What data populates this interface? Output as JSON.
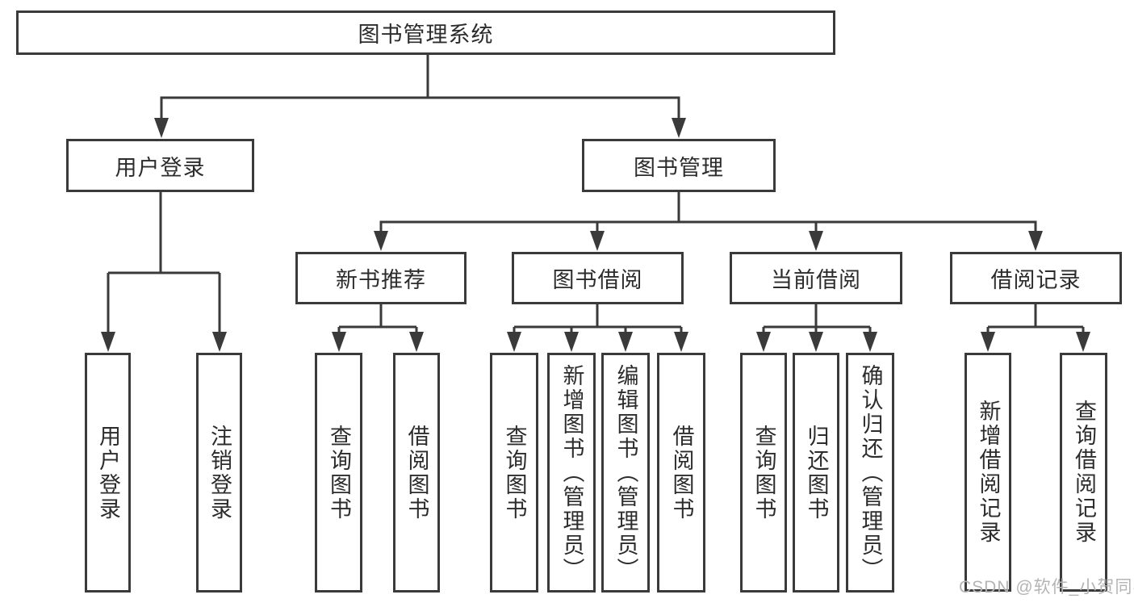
{
  "colors": {
    "line": "#3a3a3a",
    "box_border": "#3a3a3a",
    "text": "#2c2c2c",
    "background": "#ffffff",
    "watermark": "#b4b4b4"
  },
  "root": {
    "label": "图书管理系统"
  },
  "level2": {
    "user_login": {
      "label": "用户登录"
    },
    "book_management": {
      "label": "图书管理"
    }
  },
  "level3": {
    "new_book_recommend": {
      "label": "新书推荐"
    },
    "book_borrow": {
      "label": "图书借阅"
    },
    "current_borrow": {
      "label": "当前借阅"
    },
    "borrow_record": {
      "label": "借阅记录"
    }
  },
  "leaves": {
    "user_login": [
      "用户登录",
      "注销登录"
    ],
    "new_book_recommend": [
      "查询图书",
      "借阅图书"
    ],
    "book_borrow": [
      "查询图书",
      "新增图书（管理员）",
      "编辑图书（管理员）",
      "借阅图书"
    ],
    "current_borrow": [
      "查询图书",
      "归还图书",
      "确认归还（管理员）"
    ],
    "borrow_record": [
      "新增借阅记录",
      "查询借阅记录"
    ]
  },
  "watermark": {
    "text": "CSDN @软件_小贺同学"
  }
}
